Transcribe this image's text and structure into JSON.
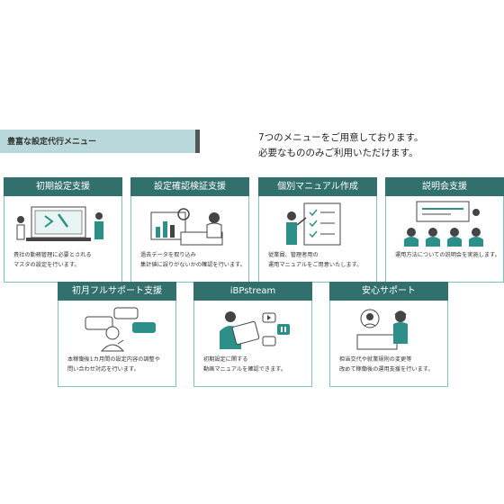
{
  "header": {
    "title": "豊富な設定代行メニュー"
  },
  "intro": {
    "line1": "7つのメニューをご用意しております。",
    "line2": "必要なもののみご利用いただけます。"
  },
  "cards": [
    {
      "title": "初期設定支援",
      "desc": "貴社の勤務管理に必要とされる\nマスタの設定を行います。"
    },
    {
      "title": "設定確認検証支援",
      "desc": "過去データを取り込み\n集計値に誤りがないかの確認を行います。"
    },
    {
      "title": "個別マニュアル作成",
      "desc": "従業員、管理者用の\n運用マニュアルをご用意いたします。"
    },
    {
      "title": "説明会支援",
      "desc": "運用方法についての説明会を実施します。"
    },
    {
      "title": "初月フルサポート支援",
      "desc": "本稼働後1カ月間の設定内容の調整や\n問い合わせ対応を行います。"
    },
    {
      "title": "iBPstream",
      "desc": "初期設定に関する\n動画マニュアルを確認できます。"
    },
    {
      "title": "安心サポート",
      "desc": "担当交代や就業規則の変更等\n改めて稼働後の運用支援を行います。"
    }
  ],
  "colors": {
    "accent": "#32706e",
    "border": "#7fc2c2",
    "header_bg": "#b9d8dc"
  }
}
